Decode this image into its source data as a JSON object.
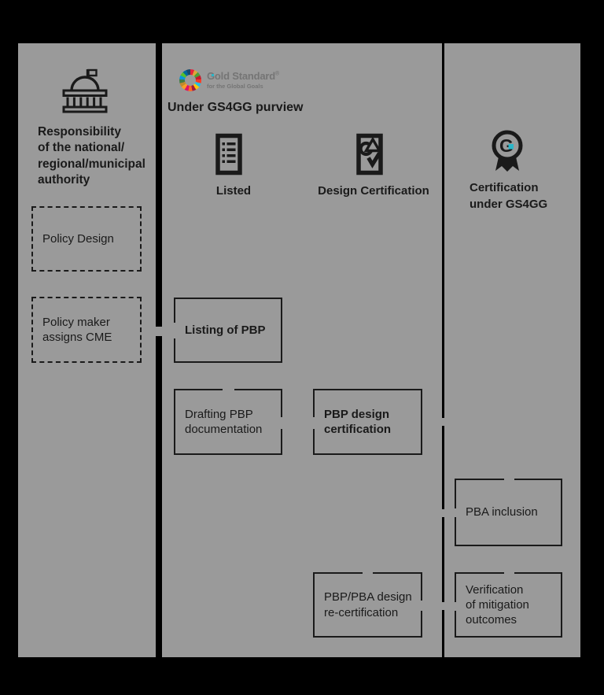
{
  "colors": {
    "background": "#000000",
    "panel_gray": "#9a9a9a",
    "ink": "#1a1a1a",
    "accent_teal": "#2bb6c9",
    "logo_text_gray": "#757575"
  },
  "icons": {
    "authority": "government-building-icon",
    "listed": "document-list-icon",
    "design_certification": "design-check-document-icon",
    "certification": "medal-ribbon-icon",
    "logo_wheel": "sdg-color-wheel-icon"
  },
  "panels": {
    "authority": {
      "header": "Responsibility\nof the national/\nregional/municipal\nauthority",
      "boxes": {
        "policy_design": "Policy Design",
        "assign_cme": "Policy maker\nassigns CME"
      }
    },
    "gs4gg": {
      "logo": {
        "brand": "Gold Standard",
        "trademark": "®",
        "tagline": "for the Global Goals"
      },
      "header": "Under GS4GG purview",
      "columns": {
        "listed_label": "Listed",
        "design_cert_label": "Design Certification"
      },
      "boxes": {
        "listing": "Listing of PBP",
        "drafting": "Drafting PBP\ndocumentation",
        "design_cert": "PBP design\ncertification",
        "recert": "PBP/PBA design\nre-certification"
      }
    },
    "certification": {
      "header": "Certification\nunder GS4GG",
      "medal_letter": "G",
      "boxes": {
        "pba": "PBA inclusion",
        "verification": "Verification\nof mitigation\noutcomes"
      }
    }
  }
}
